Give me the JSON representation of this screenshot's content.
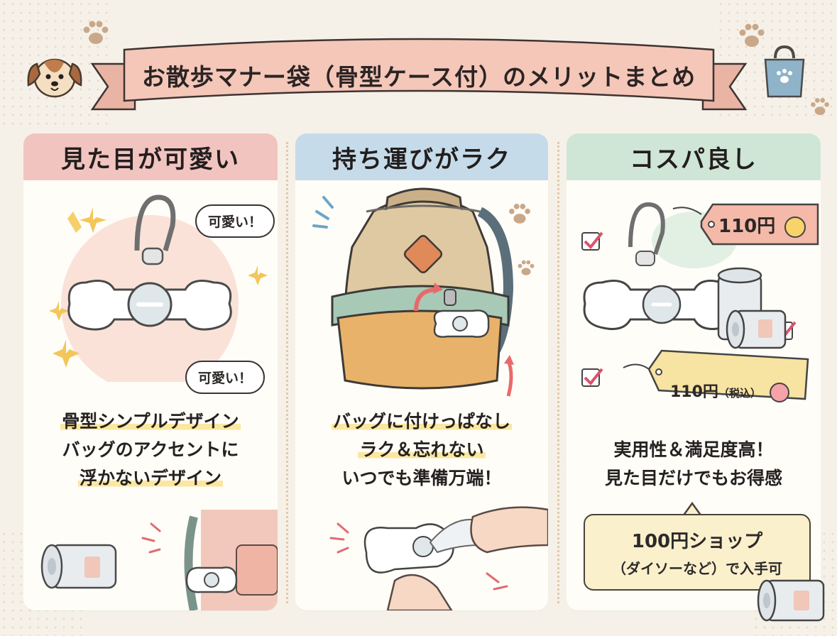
{
  "title": "お散歩マナー袋（骨型ケース付）のメリットまとめ",
  "colors": {
    "background": "#f6f1e8",
    "panel1_header": "#f2c4c0",
    "panel2_header": "#c6dbe9",
    "panel3_header": "#cfe6d6",
    "highlight": "#fbe7a0",
    "price_tag": "#f7e3a2"
  },
  "decor_icons": [
    "dog-face-icon",
    "paw-print-icon",
    "shopping-bag-icon",
    "sparkle-icon",
    "checkmark-icon",
    "smiley-face-icon"
  ],
  "panels": [
    {
      "heading": "見た目が可愛い",
      "bubbles": [
        "可愛い！",
        "可愛い！"
      ],
      "lines": [
        "骨型シンプルデザイン",
        "バッグのアクセントに",
        "浮かないデザイン"
      ]
    },
    {
      "heading": "持ち運びがラク",
      "lines": [
        "バッグに付けっぱなし",
        "ラク＆忘れない",
        "いつでも準備万端！"
      ]
    },
    {
      "heading": "コスパ良し",
      "price_tag_1": "110円",
      "price_tag_2": "110円",
      "price_tag_2_tax": "（税込）",
      "lines": [
        "実用性＆満足度高！",
        "見た目だけでもお得感"
      ],
      "shop_line1": "100円ショップ",
      "shop_line2": "（ダイソーなど）で入手可"
    }
  ]
}
